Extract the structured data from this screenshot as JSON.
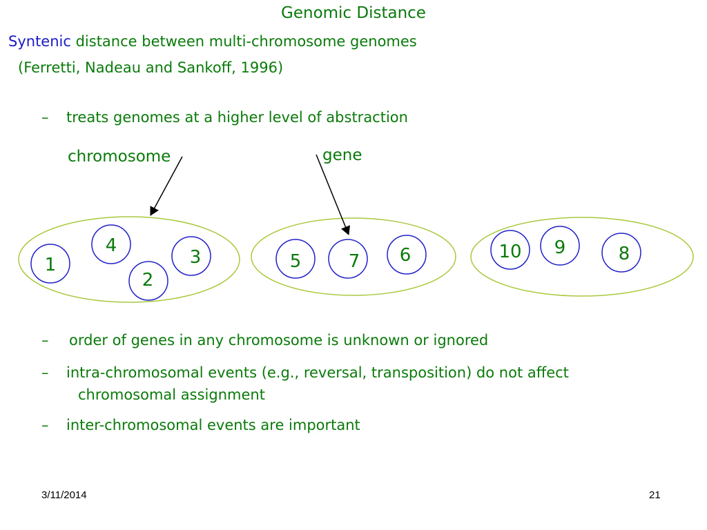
{
  "slide": {
    "title": "Genomic Distance",
    "subtitle_term": "Syntenic",
    "subtitle_rest": " distance between multi-chromosome genomes",
    "citation": "(Ferretti, Nadeau and Sankoff, 1996)",
    "dash": "–",
    "bullets": [
      "treats genomes at a higher level of abstraction",
      "order of genes in any chromosome is unknown or ignored",
      "intra-chromosomal events (e.g., reversal, transposition) do not affect",
      "inter-chromosomal events are important"
    ],
    "bullet3_continuation": "chromosomal assignment",
    "callouts": {
      "chromosome": "chromosome",
      "gene": "gene"
    },
    "chromosomes": [
      {
        "genes": [
          "4",
          "1",
          "3",
          "2"
        ]
      },
      {
        "genes": [
          "5",
          "7",
          "6"
        ]
      },
      {
        "genes": [
          "10",
          "9",
          "8"
        ]
      }
    ],
    "footer": {
      "date": "3/11/2014",
      "page": "21"
    },
    "colors": {
      "text_green": "#0a7a0a",
      "text_blue": "#1a1ac8",
      "ellipse": "#a8c83c",
      "gene_circle": "#2020c8",
      "arrow": "#000000"
    }
  }
}
